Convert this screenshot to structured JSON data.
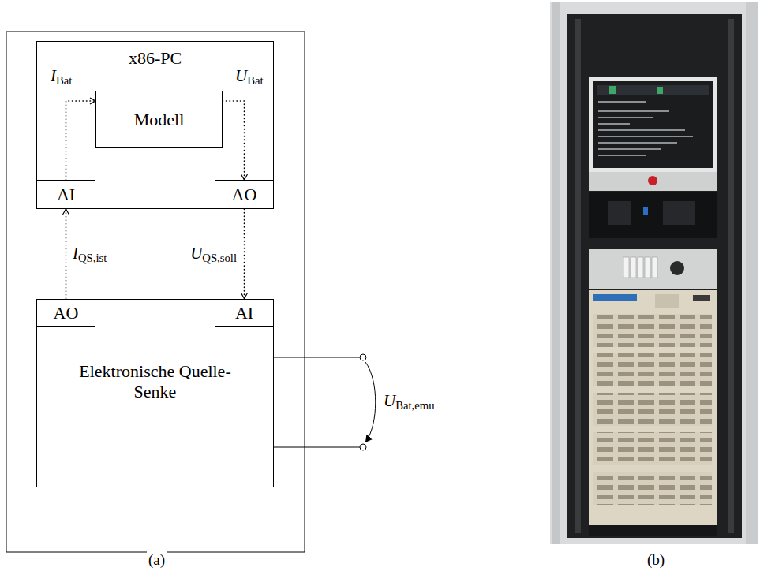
{
  "diagram": {
    "nodes": [
      {
        "text": [
          "x86-PC"
        ]
      },
      {
        "text": [
          "Modell"
        ],
        "in": 0
      },
      {
        "text": [
          "AI"
        ],
        "in": 0
      },
      {
        "text": [
          "AO"
        ],
        "in": 0
      },
      {
        "text": [
          "Elektronische Quelle-Senke"
        ]
      },
      {
        "text": [
          "AO"
        ],
        "in": 4
      },
      {
        "text": [
          "AI"
        ],
        "in": 4
      }
    ],
    "edges": [
      {
        "from": 2,
        "to": 1,
        "arrow": "to",
        "label": "IBat"
      },
      {
        "from": 1,
        "to": 3,
        "arrow": "to",
        "label": "UBat"
      },
      {
        "from": 5,
        "to": 2,
        "arrow": "to",
        "label": "IQS,ist"
      },
      {
        "from": 3,
        "to": 6,
        "arrow": "to",
        "label": "UQS,soll"
      }
    ],
    "labels": [
      "UBat,emu",
      "(a)",
      "(b)"
    ]
  }
}
